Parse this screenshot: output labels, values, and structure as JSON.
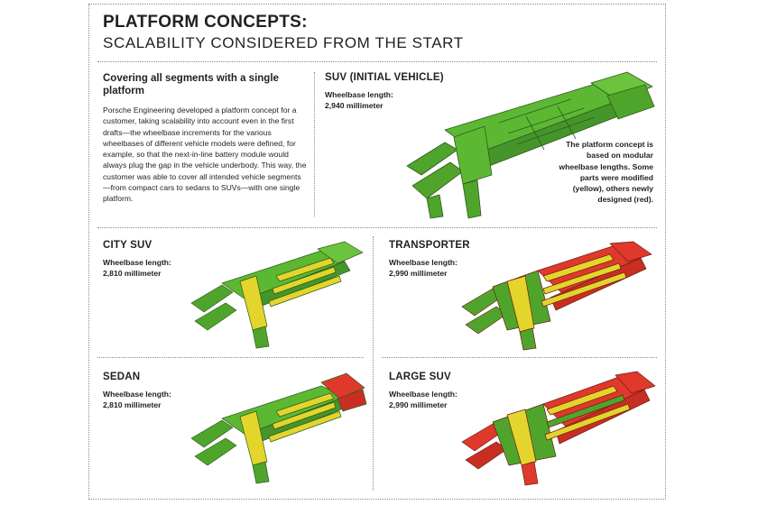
{
  "title": {
    "main": "PLATFORM CONCEPTS:",
    "sub": "SCALABILITY CONSIDERED FROM THE START"
  },
  "intro": {
    "heading": "Covering all segments with a single platform",
    "body": "Porsche Engineering developed a platform concept for a customer, taking scalability into account even in the first drafts—the wheelbase increments for the various wheelbases of different vehicle models were defined, for example, so that the next-in-line battery module would always plug the gap in the vehicle underbody. This way, the customer was able to cover all intended vehicle segments—from compact cars to sedans to SUVs—with one single platform."
  },
  "note": "The platform concept is based on modular wheelbase lengths. Some parts were modified (yellow), others newly designed (red).",
  "colors": {
    "green": "#5cb833",
    "yellow": "#e3d52c",
    "red": "#e0392b",
    "outline": "#2f5a1c"
  },
  "vehicles": [
    {
      "name": "SUV (INITIAL VEHICLE)",
      "wheelbase_label": "Wheelbase length:",
      "wheelbase_value": "2,940 millimeter",
      "icon": "chassis-all-green-icon"
    },
    {
      "name": "CITY SUV",
      "wheelbase_label": "Wheelbase length:",
      "wheelbase_value": "2,810 millimeter",
      "icon": "chassis-green-yellow-icon"
    },
    {
      "name": "TRANSPORTER",
      "wheelbase_label": "Wheelbase length:",
      "wheelbase_value": "2,990 millimeter",
      "icon": "chassis-red-yellow-green-icon"
    },
    {
      "name": "SEDAN",
      "wheelbase_label": "Wheelbase length:",
      "wheelbase_value": "2,810 millimeter",
      "icon": "chassis-green-yellow-red-icon"
    },
    {
      "name": "LARGE SUV",
      "wheelbase_label": "Wheelbase length:",
      "wheelbase_value": "2,990 millimeter",
      "icon": "chassis-red-green-yellow-icon"
    }
  ]
}
